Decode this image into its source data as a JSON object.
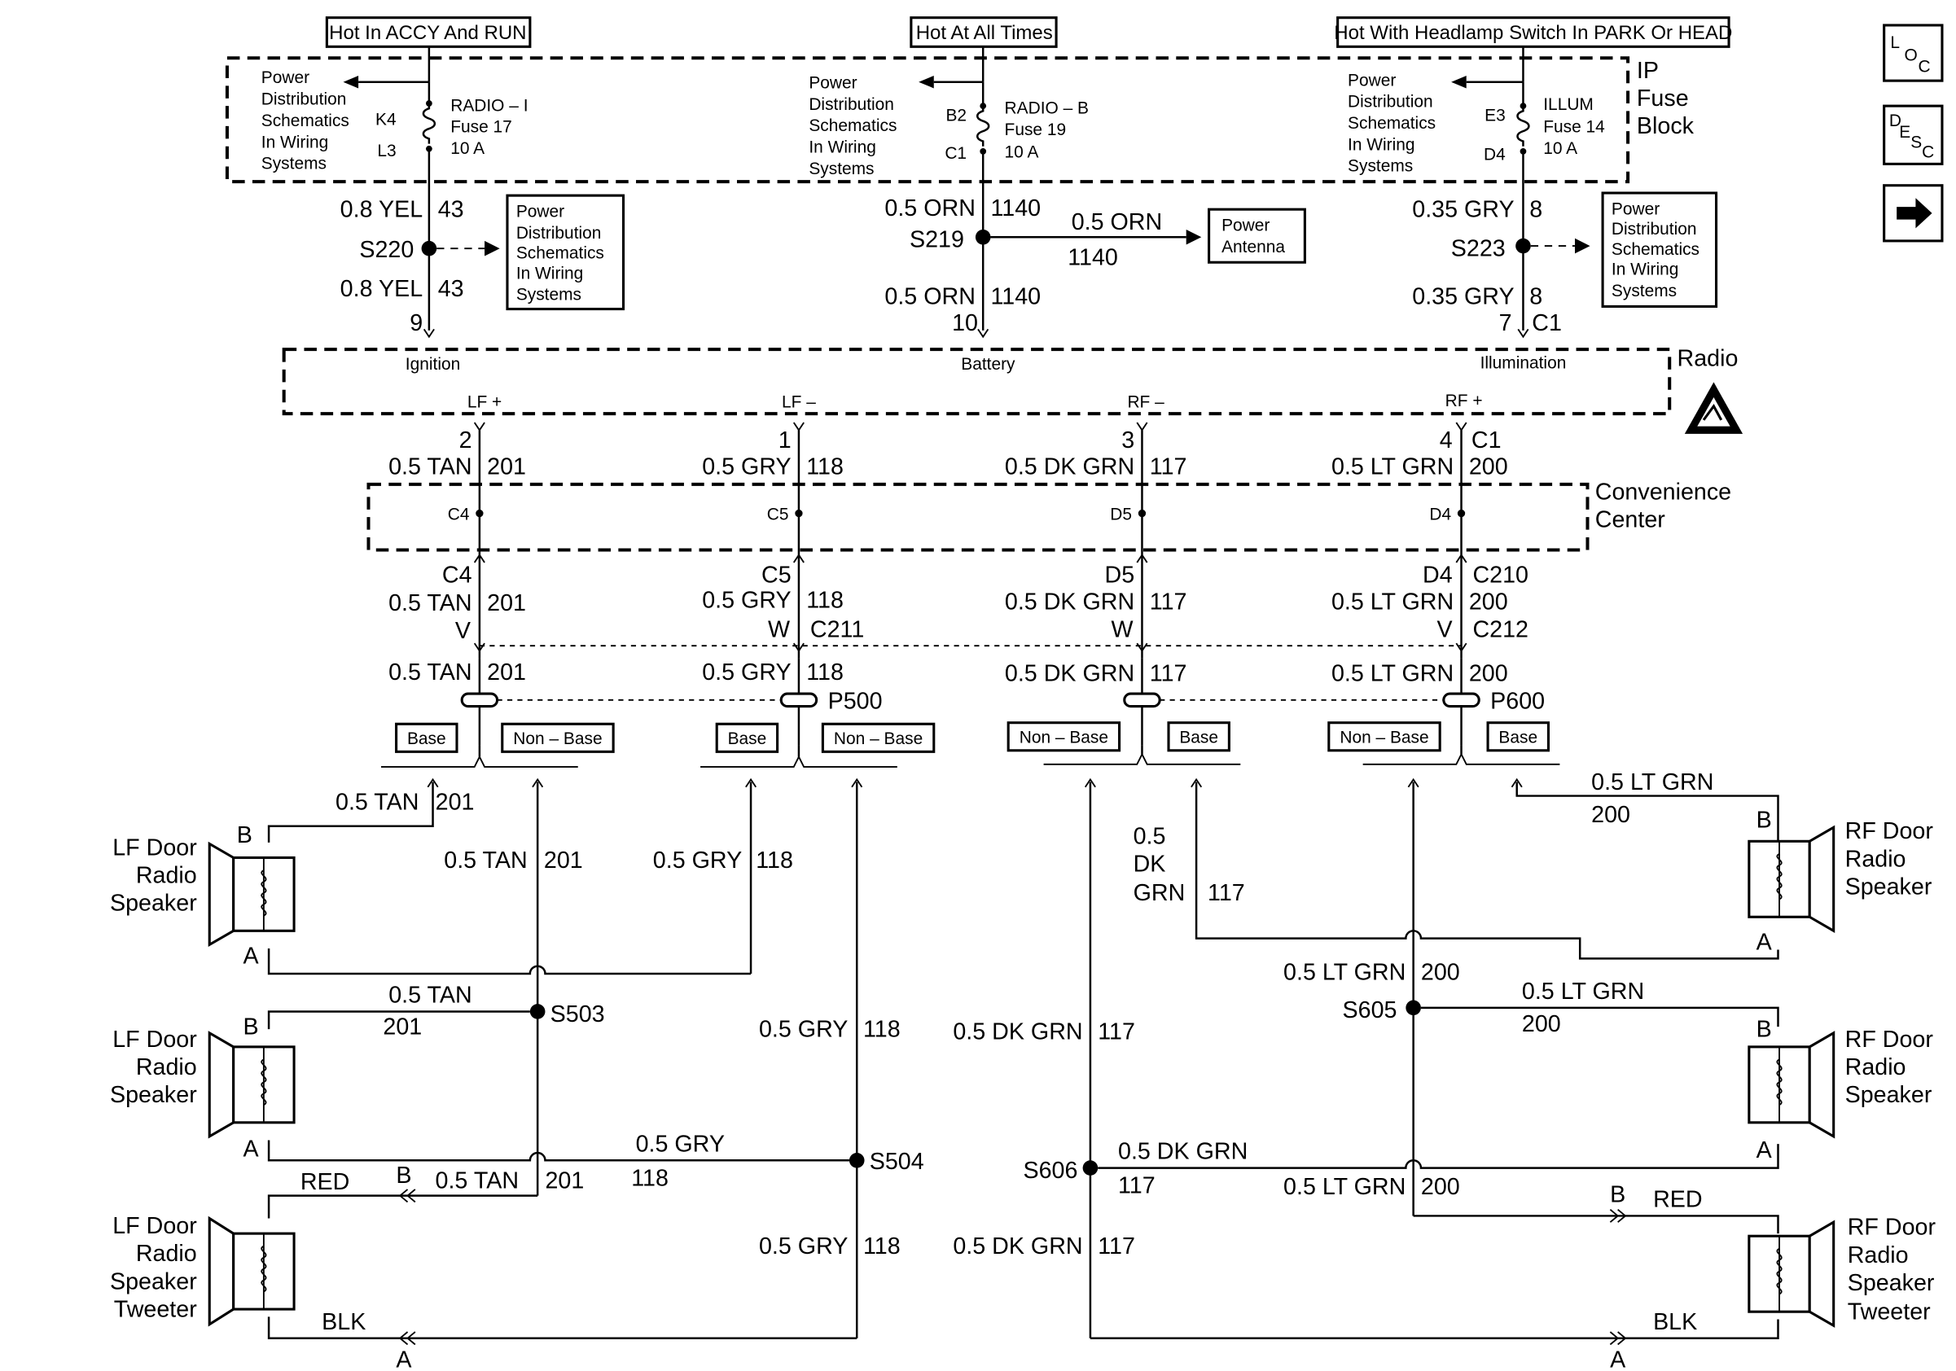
{
  "header": {
    "hot_accy": "Hot In ACCY And RUN",
    "hot_all": "Hot At All Times",
    "hot_head": "Hot With Headlamp Switch In PARK Or HEAD"
  },
  "fuse_block": {
    "name_l1": "IP",
    "name_l2": "Fuse",
    "name_l3": "Block",
    "ref_l1": "Power",
    "ref_l2": "Distribution",
    "ref_l3": "Schematics",
    "ref_l4": "In Wiring",
    "ref_l5": "Systems",
    "f1_name": "RADIO – I",
    "f1_fuse": "Fuse 17",
    "f1_amp": "10 A",
    "f1_top": "K4",
    "f1_bot": "L3",
    "f2_name": "RADIO – B",
    "f2_fuse": "Fuse 19",
    "f2_amp": "10 A",
    "f2_top": "B2",
    "f2_bot": "C1",
    "f3_name": "ILLUM",
    "f3_fuse": "Fuse 14",
    "f3_amp": "10 A",
    "f3_top": "E3",
    "f3_bot": "D4"
  },
  "feeds": {
    "w1": "0.8 YEL",
    "c1": "43",
    "s1": "S220",
    "w2": "0.5 ORN",
    "c2": "1140",
    "s2": "S219",
    "w3": "0.35 GRY",
    "c3": "8",
    "s3": "S223",
    "antenna_l1": "Power",
    "antenna_l2": "Antenna",
    "pin_ign": "9",
    "pin_bat": "10",
    "pin_ill": "7",
    "conn_c1": "C1"
  },
  "radio": {
    "name": "Radio",
    "ignition": "Ignition",
    "battery": "Battery",
    "illumination": "Illumination",
    "lf_plus": "LF +",
    "lf_minus": "LF –",
    "rf_minus": "RF –",
    "rf_plus": "RF +",
    "p2": "2",
    "p1": "1",
    "p3": "3",
    "p4": "4"
  },
  "convenience": {
    "name_l1": "Convenience",
    "name_l2": "Center",
    "c4": "C4",
    "c5": "C5",
    "d5": "D5",
    "d4": "D4",
    "c210": "C210",
    "c211": "C211",
    "c212": "C212",
    "v": "V",
    "w": "W",
    "p500": "P500",
    "p600": "P600",
    "base": "Base",
    "non_base": "Non – Base"
  },
  "wires": {
    "tan": "0.5 TAN",
    "tan_c": "201",
    "gry": "0.5 GRY",
    "gry_c": "118",
    "dkgrn": "0.5 DK GRN",
    "dkgrn_c": "117",
    "ltgrn": "0.5 LT GRN",
    "ltgrn_c": "200",
    "dk_s1": "0.5",
    "dk_s2": "DK",
    "dk_s3": "GRN",
    "red": "RED",
    "blk": "BLK"
  },
  "splices": {
    "s503": "S503",
    "s504": "S504",
    "s605": "S605",
    "s606": "S606"
  },
  "speakers": {
    "lf_l1": "LF Door",
    "rf_l1": "RF Door",
    "l2": "Radio",
    "l3": "Speaker",
    "l4": "Tweeter",
    "pin_a": "A",
    "pin_b": "B"
  },
  "side": {
    "loc_l": "L",
    "loc_o": "O",
    "loc_c": "C",
    "desc_d": "D",
    "desc_e": "E",
    "desc_s": "S",
    "desc_c": "C"
  }
}
